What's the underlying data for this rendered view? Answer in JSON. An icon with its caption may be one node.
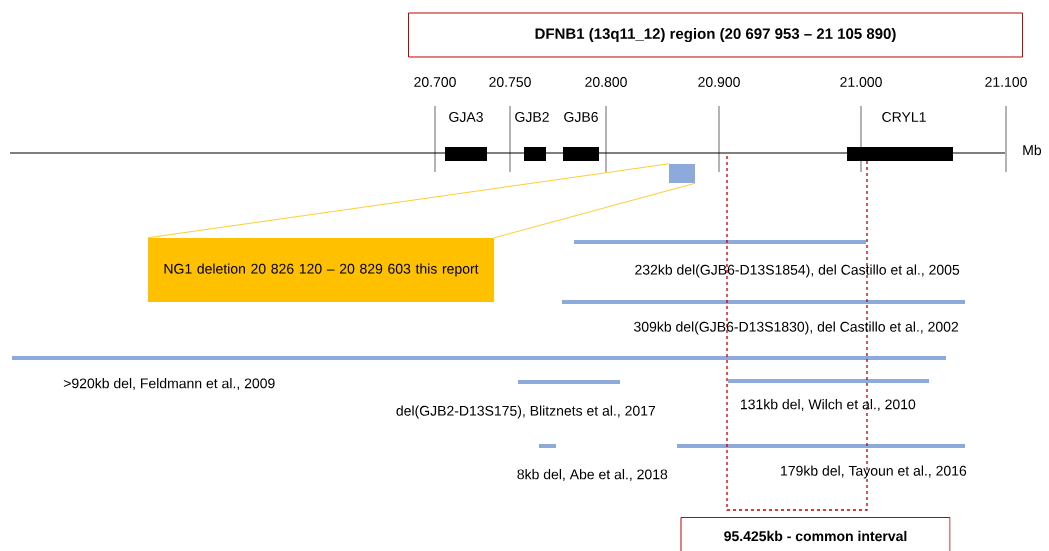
{
  "diagram": {
    "nodes": [
      {
        "text": [
          "DFNB1 (13q11_12) region (20 697 953 – 21 105 890)"
        ]
      },
      {
        "text": [
          "GJA3"
        ]
      },
      {
        "text": [
          "GJB2"
        ]
      },
      {
        "text": [
          "GJB6"
        ]
      },
      {
        "text": [
          "CRYL1"
        ]
      },
      {
        "text": [],
        "shape": "box"
      },
      {
        "text": [
          "NG1 deletion 20 826 120 – 20 829 603 this report"
        ]
      },
      {
        "text": [
          "95.425kb - common interval"
        ]
      }
    ],
    "edges": [
      {
        "from": 6,
        "to": 5,
        "arrow": "none"
      },
      {
        "from": 6,
        "to": 5,
        "arrow": "none"
      }
    ],
    "labels": [
      "20.700",
      "20.750",
      "20.800",
      "20.900",
      "21.000",
      "21.100",
      "Mb",
      "232kb del(GJB6-D13S1854), del Castillo et al., 2005",
      "309kb del(GJB6-D13S1830), del Castillo et al., 2002",
      ">920kb del, Feldmann et al., 2009",
      "del(GJB2-D13S175), Blitznets et al., 2017",
      "131kb del, Wilch et al., 2010",
      "8kb del, Abe et al., 2018",
      "179kb del, Tayoun et al., 2016"
    ]
  }
}
